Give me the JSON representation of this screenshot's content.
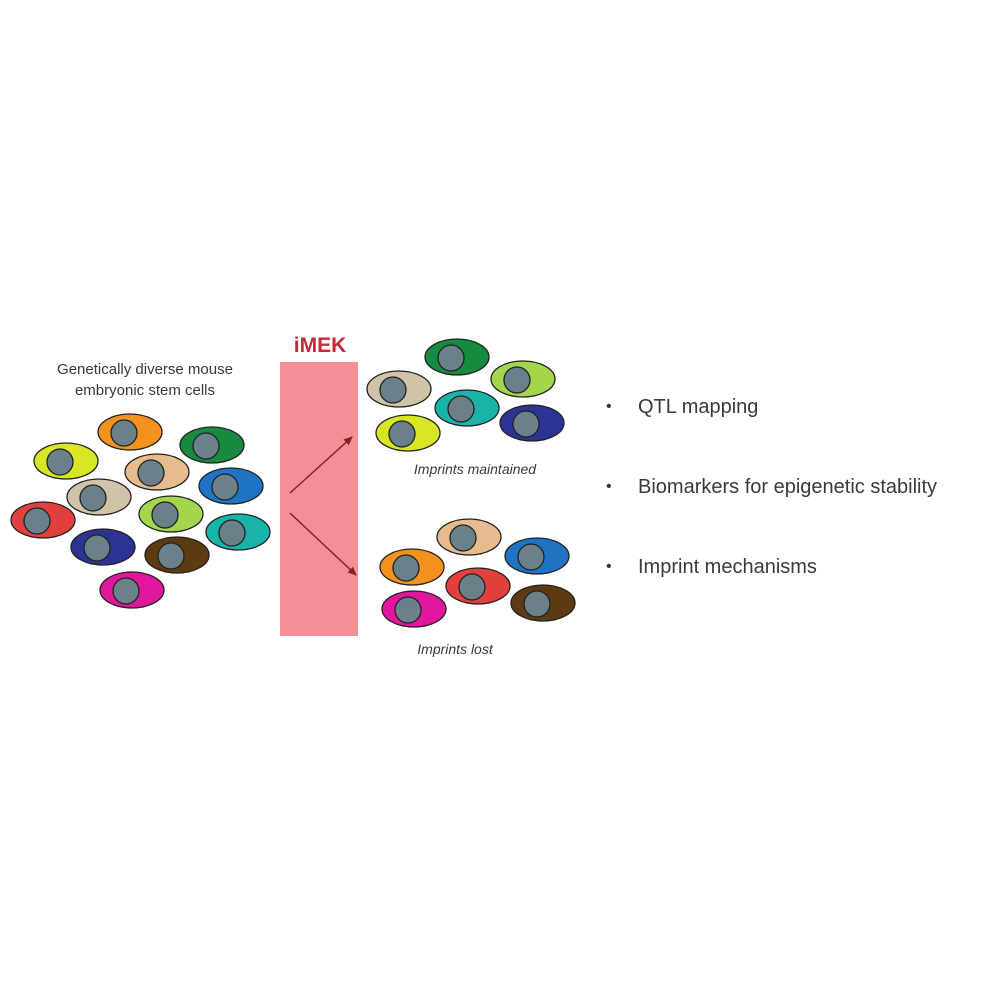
{
  "left_caption": {
    "line1": "Genetically diverse mouse",
    "line2": "embryonic stem cells"
  },
  "treatment": {
    "label": "iMEK",
    "box_color": "#f48f95",
    "arrow_color": "#8c1f24"
  },
  "outcomes": {
    "maintained_label": "Imprints maintained",
    "lost_label": "Imprints lost"
  },
  "applications": {
    "bullet": "•",
    "items": [
      "QTL mapping",
      "Biomarkers for epigenetic stability",
      "Imprint mechanisms"
    ]
  },
  "nucleus_color": "#6a8189",
  "cell_groups": {
    "source": [
      "#f3921f",
      "#168a3e",
      "#d8e623",
      "#e7bb8e",
      "#1d74c4",
      "#d0c3aa",
      "#a4d64d",
      "#18b4aa",
      "#e2403c",
      "#2b3492",
      "#5c3a12",
      "#e0169d"
    ],
    "maintained": [
      "#168a3e",
      "#d0c3aa",
      "#a4d64d",
      "#18b4aa",
      "#d8e623",
      "#2b3492"
    ],
    "lost": [
      "#e7bb8e",
      "#f3921f",
      "#1d74c4",
      "#e2403c",
      "#e0169d",
      "#5c3a12"
    ]
  }
}
